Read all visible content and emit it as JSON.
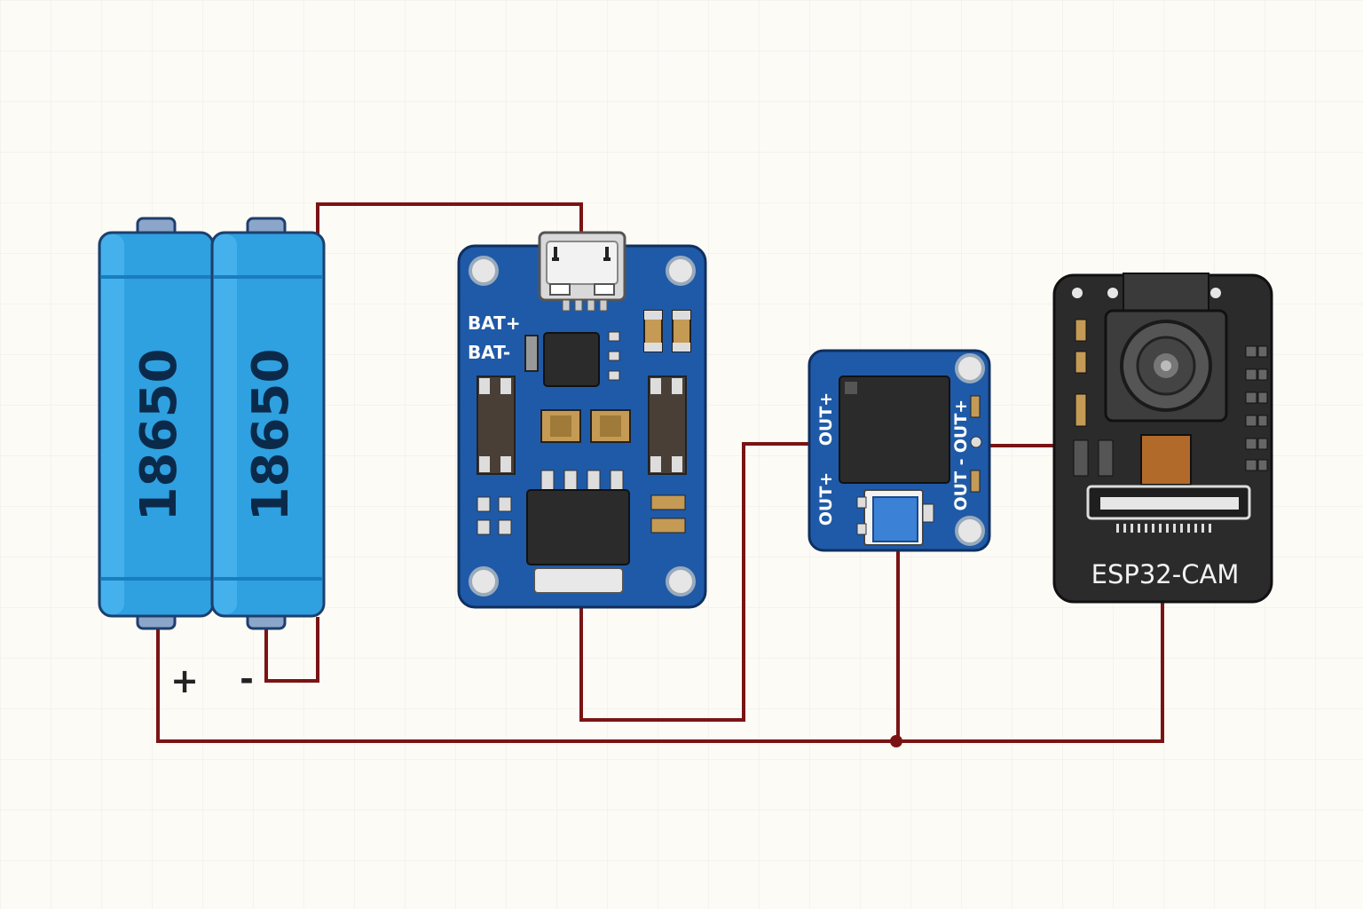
{
  "battery_pack": {
    "cells": [
      {
        "label": "18650"
      },
      {
        "label": "18650"
      }
    ],
    "positive_terminal": "+",
    "negative_terminal": "-",
    "color": "#2fa0e0"
  },
  "charger_module": {
    "pin_labels": [
      "BAT+",
      "BAT-"
    ],
    "board_color": "#1f5aa8"
  },
  "boost_converter": {
    "pin_labels": [
      "OUT+",
      "OUT+",
      "OUT+",
      "OUT -"
    ],
    "board_color": "#1f5aa8"
  },
  "camera_board": {
    "label": "ESP32-CAM",
    "board_color": "#2b2b2b"
  },
  "wire_color": "#7a1414"
}
